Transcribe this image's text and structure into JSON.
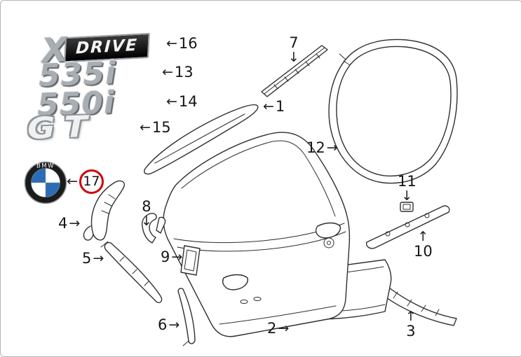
{
  "badges": {
    "xdrive_x": "X",
    "xdrive_drive": "DRIVE",
    "model_535": "535i",
    "model_550": "550i",
    "gt": "GT",
    "roundel_text": "BMW"
  },
  "colors": {
    "highlight_red": "#d10000",
    "bmw_blue": "#2a6db5",
    "line": "#2f2f2f"
  },
  "callouts": {
    "p1": {
      "number": "1",
      "arrow": "←"
    },
    "p2": {
      "number": "2",
      "arrow": "→"
    },
    "p3": {
      "number": "3",
      "arrow": "↑"
    },
    "p4": {
      "number": "4",
      "arrow": "→"
    },
    "p5": {
      "number": "5",
      "arrow": "→"
    },
    "p6": {
      "number": "6",
      "arrow": "→"
    },
    "p7": {
      "number": "7",
      "arrow": "↓"
    },
    "p8": {
      "number": "8",
      "arrow": "↓"
    },
    "p9": {
      "number": "9",
      "arrow": "→"
    },
    "p10": {
      "number": "10",
      "arrow": "↑"
    },
    "p11": {
      "number": "11",
      "arrow": "↓"
    },
    "p12": {
      "number": "12",
      "arrow": "→"
    },
    "p13": {
      "number": "13",
      "arrow": "←"
    },
    "p14": {
      "number": "14",
      "arrow": "←"
    },
    "p15": {
      "number": "15",
      "arrow": "←"
    },
    "p16": {
      "number": "16",
      "arrow": "←"
    },
    "p17": {
      "number": "17",
      "arrow": "←"
    }
  }
}
